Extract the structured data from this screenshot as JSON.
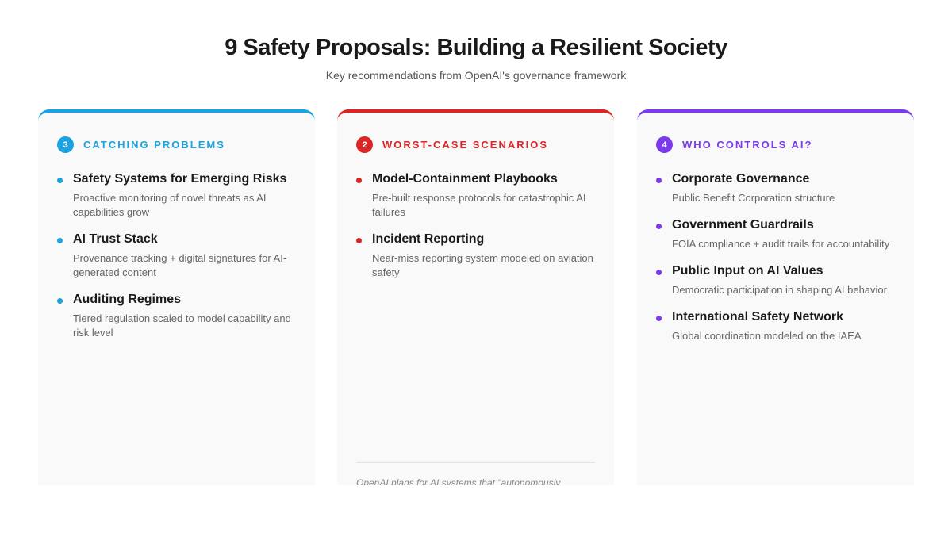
{
  "title": "9 Safety Proposals: Building a Resilient Society",
  "subtitle": "Key recommendations from OpenAI's governance framework",
  "cards": [
    {
      "count": "3",
      "heading": "CATCHING PROBLEMS",
      "color": "#1aa3e0",
      "items": [
        {
          "title": "Safety Systems for Emerging Risks",
          "desc": "Proactive monitoring of novel threats as AI capabilities grow"
        },
        {
          "title": "AI Trust Stack",
          "desc": "Provenance tracking + digital signatures for AI-generated content"
        },
        {
          "title": "Auditing Regimes",
          "desc": "Tiered regulation scaled to model capability and risk level"
        }
      ]
    },
    {
      "count": "2",
      "heading": "WORST-CASE SCENARIOS",
      "color": "#dc2626",
      "items": [
        {
          "title": "Model-Containment Playbooks",
          "desc": "Pre-built response protocols for catastrophic AI failures"
        },
        {
          "title": "Incident Reporting",
          "desc": "Near-miss reporting system modeled on aviation safety"
        }
      ],
      "footnote": "OpenAI plans for AI systems that \"autonomously"
    },
    {
      "count": "4",
      "heading": "WHO CONTROLS AI?",
      "color": "#7c3aed",
      "items": [
        {
          "title": "Corporate Governance",
          "desc": "Public Benefit Corporation structure"
        },
        {
          "title": "Government Guardrails",
          "desc": "FOIA compliance + audit trails for accountability"
        },
        {
          "title": "Public Input on AI Values",
          "desc": "Democratic participation in shaping AI behavior"
        },
        {
          "title": "International Safety Network",
          "desc": "Global coordination modeled on the IAEA"
        }
      ]
    }
  ]
}
